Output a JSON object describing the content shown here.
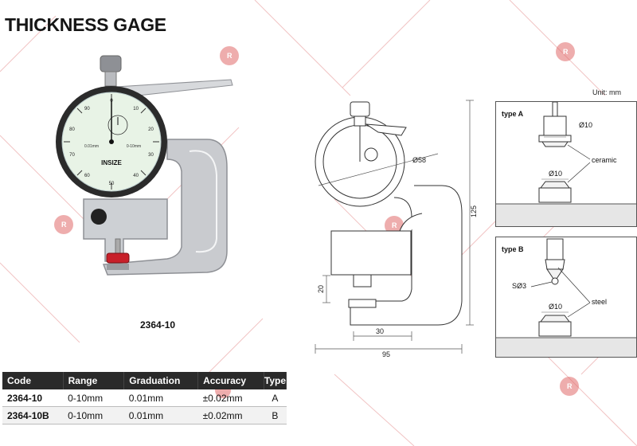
{
  "title": "THICKNESS GAGE",
  "photo": {
    "model_label": "2364-10",
    "brand": "INSIZE",
    "dial_text_top": "0.01mm",
    "dial_text_range": "0-10mm",
    "dial_numbers": [
      "0",
      "10",
      "20",
      "30",
      "40",
      "50",
      "60",
      "70",
      "80",
      "90"
    ]
  },
  "drawing": {
    "dial_diameter": "Ø58",
    "height": "125",
    "throat_depth": "20",
    "inner_width": "30",
    "overall_width": "95"
  },
  "unit_note": "Unit: mm",
  "type_a": {
    "title": "type A",
    "top_dim": "Ø10",
    "bottom_dim": "Ø10",
    "material": "ceramic"
  },
  "type_b": {
    "title": "type B",
    "ball_dim": "SØ3",
    "bottom_dim": "Ø10",
    "material": "steel"
  },
  "table": {
    "headers": [
      "Code",
      "Range",
      "Graduation",
      "Accuracy",
      "Type"
    ],
    "rows": [
      [
        "2364-10",
        "0-10mm",
        "0.01mm",
        "±0.02mm",
        "A"
      ],
      [
        "2364-10B",
        "0-10mm",
        "0.01mm",
        "±0.02mm",
        "B"
      ]
    ]
  },
  "colors": {
    "dial_face": "#e8f3e6",
    "frame": "#c9cbcf",
    "header_bg": "#2a2a2a",
    "watermark": "#d63a3a"
  }
}
